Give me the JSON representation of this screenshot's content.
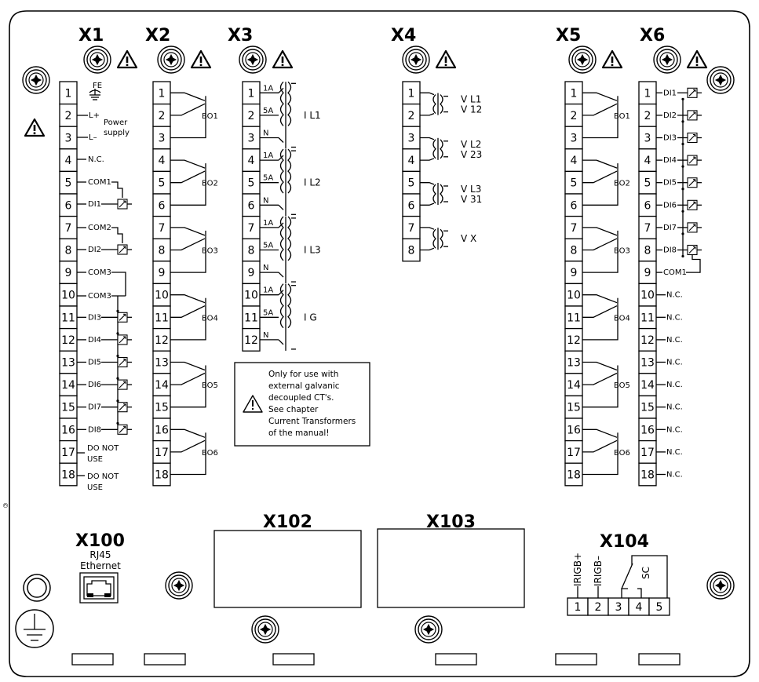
{
  "connectors": {
    "x1": "X1",
    "x2": "X2",
    "x3": "X3",
    "x4": "X4",
    "x5": "X5",
    "x6": "X6",
    "x100": "X100",
    "x102": "X102",
    "x103": "X103",
    "x104": "X104"
  },
  "x1": {
    "terminals": [
      "1",
      "2",
      "3",
      "4",
      "5",
      "6",
      "7",
      "8",
      "9",
      "10",
      "11",
      "12",
      "13",
      "14",
      "15",
      "16",
      "17",
      "18"
    ],
    "fe": "FE",
    "lplus": "L+",
    "lminus": "L–",
    "power1": "Power",
    "power2": "supply",
    "nc": "N.C.",
    "com1": "COM1",
    "di1": "DI1",
    "com2": "COM2",
    "di2": "DI2",
    "com3a": "COM3",
    "com3b": "COM3",
    "di3": "DI3",
    "di4": "DI4",
    "di5": "DI5",
    "di6": "DI6",
    "di7": "DI7",
    "di8": "DI8",
    "dnu1a": "DO NOT",
    "dnu1b": "USE",
    "dnu2a": "DO NOT",
    "dnu2b": "USE"
  },
  "bo_labels": [
    "BO1",
    "BO2",
    "BO3",
    "BO4",
    "BO5",
    "BO6"
  ],
  "x3": {
    "terminals": [
      "1",
      "2",
      "3",
      "4",
      "5",
      "6",
      "7",
      "8",
      "9",
      "10",
      "11",
      "12"
    ],
    "tap1": "1A",
    "tap5": "5A",
    "tapn": "N",
    "phases": [
      "I L1",
      "I L2",
      "I L3",
      "I G"
    ]
  },
  "x4": {
    "terminals": [
      "1",
      "2",
      "3",
      "4",
      "5",
      "6",
      "7",
      "8"
    ],
    "v1a": "V L1",
    "v1b": "V 12",
    "v2a": "V L2",
    "v2b": "V 23",
    "v3a": "V L3",
    "v3b": "V 31",
    "vx": "V X"
  },
  "x6": {
    "terminals": [
      "1",
      "2",
      "3",
      "4",
      "5",
      "6",
      "7",
      "8",
      "9",
      "10",
      "11",
      "12",
      "13",
      "14",
      "15",
      "16",
      "17",
      "18"
    ],
    "di": [
      "DI1",
      "DI2",
      "DI3",
      "DI4",
      "DI5",
      "DI6",
      "DI7",
      "DI8"
    ],
    "com1": "COM1",
    "nc": "N.C."
  },
  "note": {
    "lines": [
      "Only for use with",
      "external galvanic",
      "decoupled CT's.",
      "See chapter",
      "Current Transformers",
      "of the manual!"
    ]
  },
  "x100": {
    "line1": "RJ45",
    "line2": "Ethernet"
  },
  "x104": {
    "terminals": [
      "1",
      "2",
      "3",
      "4",
      "5"
    ],
    "irigb_plus": "IRIGB+",
    "irigb_minus": "IRIGB–",
    "sc": "SC"
  }
}
